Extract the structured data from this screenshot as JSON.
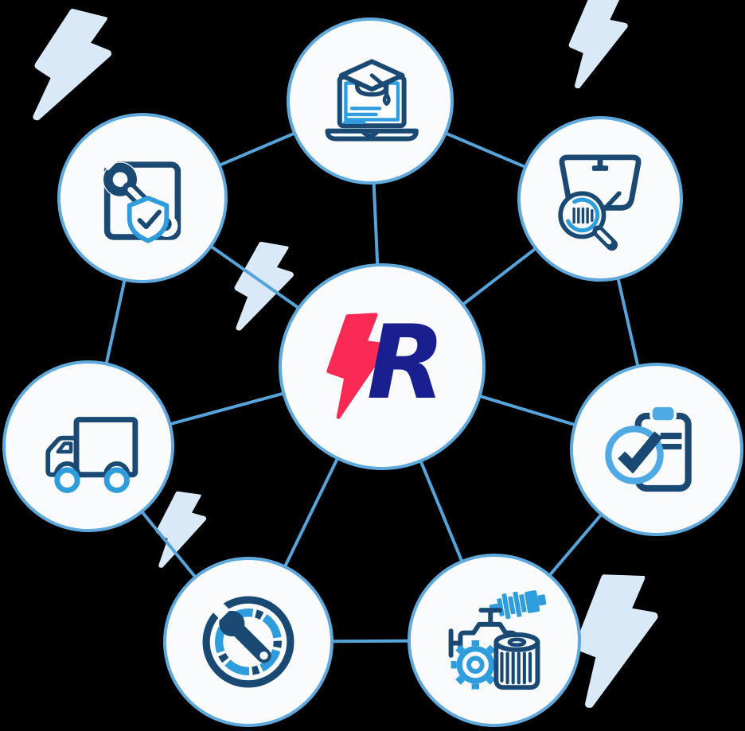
{
  "app": {
    "background_color": "#000000"
  },
  "logo": {
    "letter": "R",
    "bolt_color": "#FB2A55",
    "letter_color": "#191F8E"
  },
  "palette": {
    "connector_line": "#57A4DA",
    "node_fill": "#FAFBFC",
    "node_border": "#5FA9DD",
    "icon_navy": "#1A4A74",
    "icon_blue": "#2F9CDB",
    "icon_blue_light": "#4FA9E4",
    "lightning_fill": "#D9E9F8"
  },
  "diagram": {
    "type": "hub-and-spoke",
    "hub": {
      "id": "brand-hub",
      "content": "lightning-R logo"
    },
    "nodes": [
      {
        "id": "online-training",
        "position": "top",
        "icon": "laptop-graduation-cap-icon"
      },
      {
        "id": "windshield-identification",
        "position": "top-right",
        "icon": "windshield-magnifier-barcode-icon"
      },
      {
        "id": "inspection-checklist",
        "position": "right",
        "icon": "clipboard-checkmark-icon"
      },
      {
        "id": "engine-parts",
        "position": "bottom-right",
        "icon": "engine-gear-oil-filter-spark-plug-icon"
      },
      {
        "id": "service-gauge",
        "position": "bottom-left",
        "icon": "gauge-wrench-icon"
      },
      {
        "id": "delivery",
        "position": "left",
        "icon": "delivery-truck-icon"
      },
      {
        "id": "repair-warranty",
        "position": "top-left",
        "icon": "wrench-shield-check-icon"
      }
    ],
    "connections": {
      "spokes": [
        "hub-top",
        "hub-top-right",
        "hub-right",
        "hub-bottom-right",
        "hub-bottom-left",
        "hub-left",
        "hub-top-left"
      ],
      "ring": [
        "top-left-top",
        "top-top-right",
        "top-right-right",
        "right-bottom-right",
        "bottom-right-bottom-left",
        "bottom-left-left",
        "left-top-left"
      ]
    },
    "decorations": [
      {
        "name": "lightning-bolt",
        "position": "top-left"
      },
      {
        "name": "lightning-bolt",
        "position": "top-right"
      },
      {
        "name": "lightning-bolt",
        "position": "center-left"
      },
      {
        "name": "lightning-bolt",
        "position": "bottom-left"
      },
      {
        "name": "lightning-bolt",
        "position": "bottom-right"
      }
    ]
  }
}
